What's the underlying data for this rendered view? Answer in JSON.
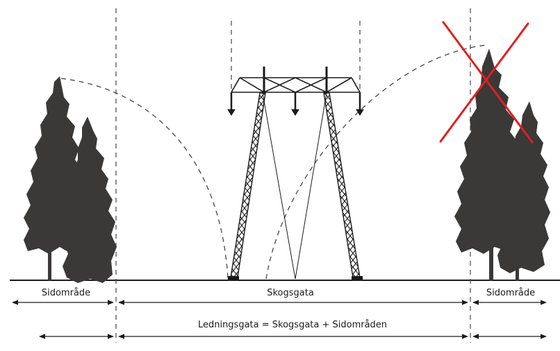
{
  "labels": {
    "left_side": "Sidområde",
    "corridor": "Skogsgata",
    "right_side": "Sidområde",
    "total": "Ledningsgata = Skogsgata + Sidområden"
  },
  "colors": {
    "tree": "#3b3838",
    "line": "#1a1a1a",
    "cross": "#e02020",
    "dashed": "#444444"
  },
  "icons": {
    "cross": "red-x-icon",
    "tower": "transmission-tower-icon",
    "tree": "conifer-tree-icon"
  }
}
